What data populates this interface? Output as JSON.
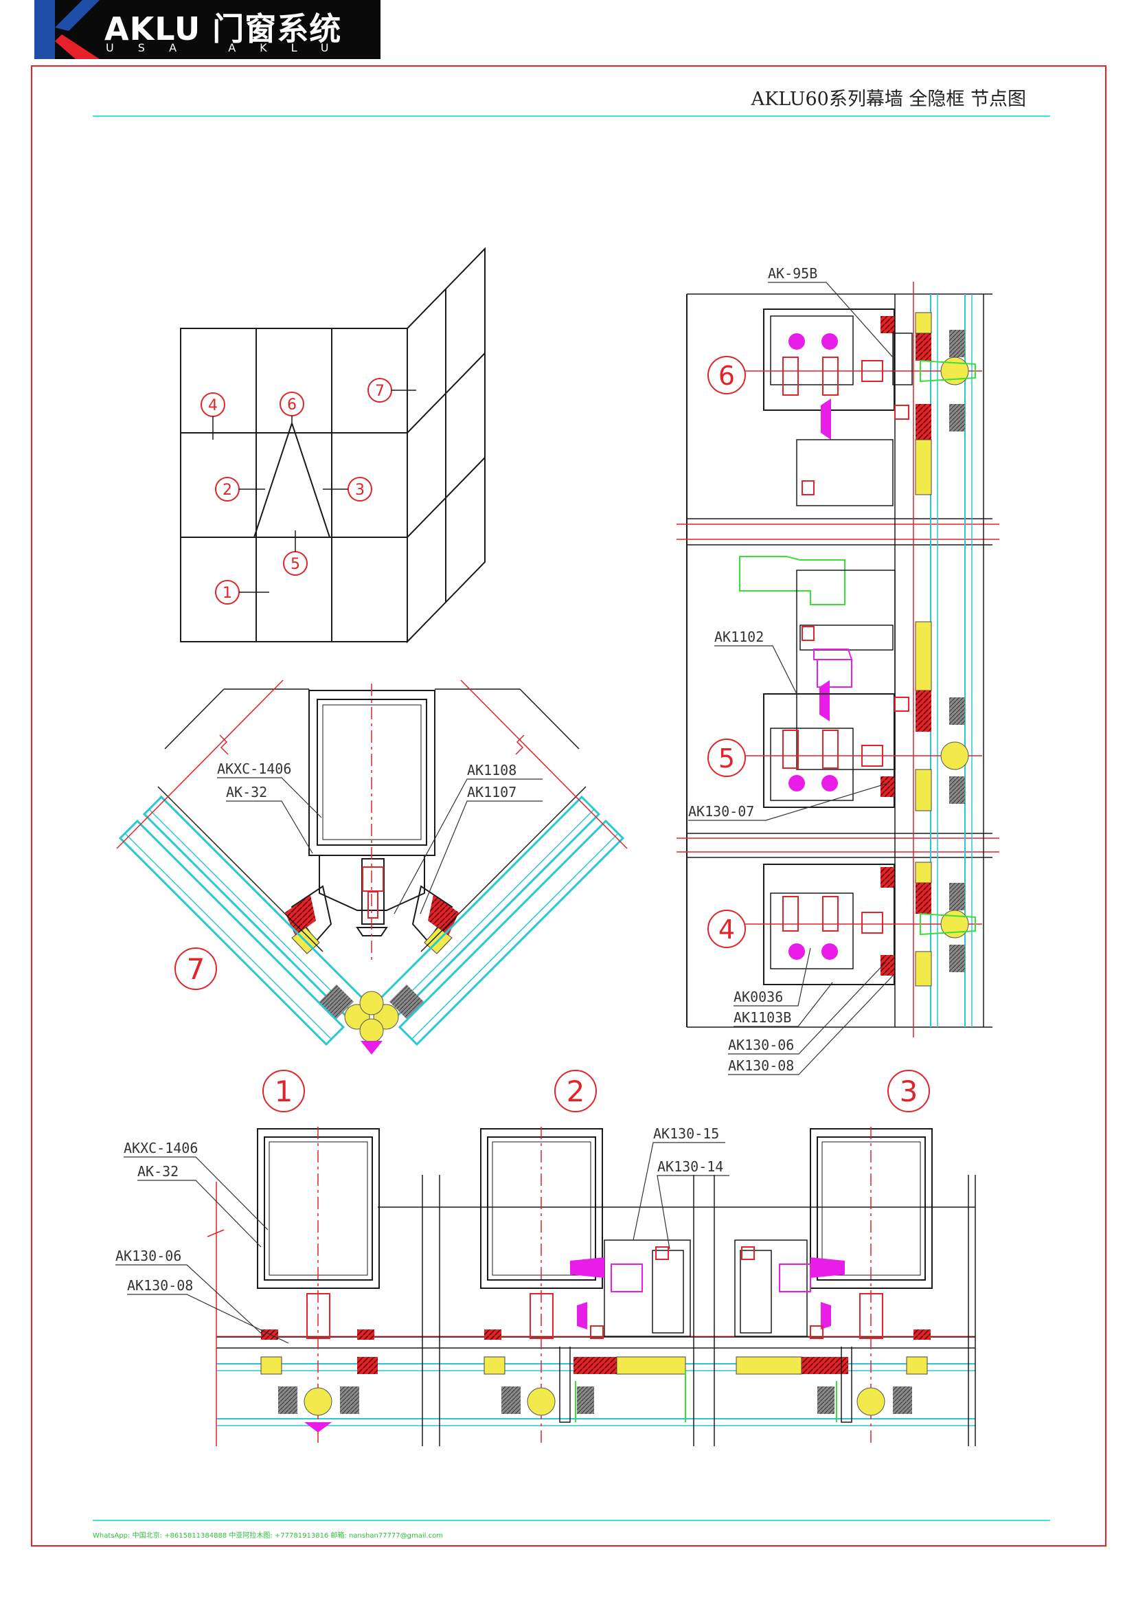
{
  "logo": {
    "brand": "AKLU 门窗系统",
    "subtitle": "USA AKLU"
  },
  "header": {
    "title": "AKLU60系列幕墙 全隐框 节点图"
  },
  "footer": {
    "contact": "WhatsApp: 中国北京: +8615811384888  中亚阿拉木图: +77781913816 邮箱:  nanshan77777@gmail.com"
  },
  "elevation": {
    "markers": [
      "4",
      "6",
      "7",
      "2",
      "3",
      "5",
      "1"
    ]
  },
  "details": {
    "d7": {
      "number": "7",
      "labels": [
        "AKXC-1406",
        "AK-32",
        "AK1108",
        "AK1107"
      ]
    },
    "d6": {
      "number": "6",
      "labels": [
        "AK-95B"
      ]
    },
    "d5": {
      "number": "5",
      "labels": [
        "AK1102",
        "AK130-07"
      ]
    },
    "d4": {
      "number": "4",
      "labels": [
        "AK0036",
        "AK1103B",
        "AK130-06",
        "AK130-08"
      ]
    },
    "d1": {
      "number": "1",
      "labels": [
        "AKXC-1406",
        "AK-32",
        "AK130-06",
        "AK130-08"
      ]
    },
    "d2": {
      "number": "2",
      "labels": [
        "AK130-15",
        "AK130-14"
      ]
    },
    "d3": {
      "number": "3"
    }
  },
  "colors": {
    "frame": "#e8202a",
    "rule": "#3fe0e0",
    "footer": "#2cc23a",
    "line": "#1a1a1a",
    "glass": "#29c7d6",
    "centerline": "#e0242a",
    "gasket": "#e0242a",
    "seal": "#f2ea4a",
    "bolt": "#e81ee8",
    "spacer": "#888888",
    "handle": "#38e038"
  }
}
